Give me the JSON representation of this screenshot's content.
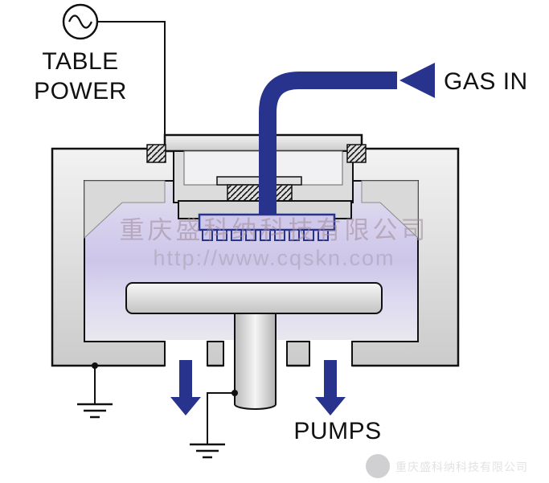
{
  "labels": {
    "table_power_line1": "TABLE",
    "table_power_line2": "POWER",
    "gas_in": "GAS IN",
    "pumps": "PUMPS"
  },
  "watermark": {
    "company_name": "重庆盛科纳科技有限公司",
    "website": "http://www.cqskn.com",
    "footer_company": "重庆盛科纳科技有限公司"
  },
  "colors": {
    "gas_and_pump_navy": "#28338E",
    "plasma_lavender": "#CFC8EA",
    "chamber_gray": "#D9D9D9",
    "outline_black": "#111111",
    "watermark_gray": "#A99BA8"
  },
  "icons": {
    "ac_source": "sine-wave-in-circle",
    "ground": "earth-ground",
    "gas_flow_arrow": "left-arrow",
    "pump_flow_arrow": "down-arrow"
  }
}
